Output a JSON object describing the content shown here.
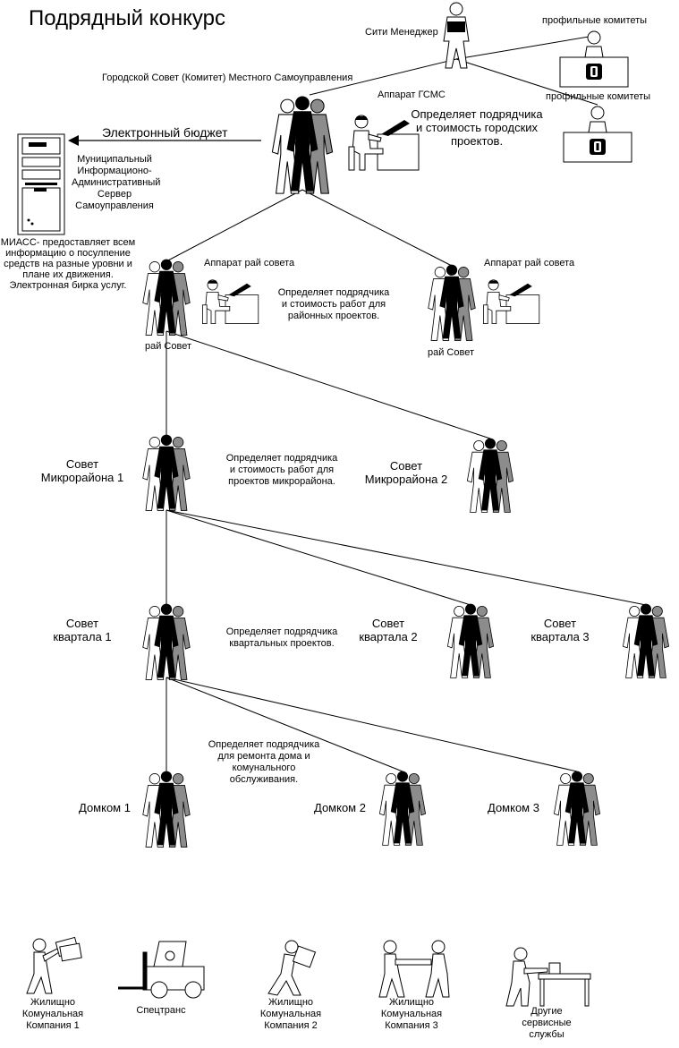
{
  "title": "Подрядный конкурс",
  "top": {
    "city_manager": "Сити Менеджер",
    "profile_committees_1": "профильные комитеты",
    "profile_committees_2": "профильные комитеты",
    "city_council": "Городской Совет (Комитет)  Местного Самоуправления",
    "apparatus_gsms": "Аппарат ГСМС",
    "city_desc_1": "Определяет подрядчика",
    "city_desc_2": "и стоимость городских",
    "city_desc_3": "проектов.",
    "e_budget": "Электронный бюджет"
  },
  "server": {
    "lines": [
      "Муниципальный",
      "Информационо-",
      "Административный",
      "Сервер",
      "Самоуправления"
    ],
    "miass": [
      "МИАСС- предоставляет всем",
      "информацию о посулпение",
      "средств на разные уровни и",
      "плане их движения.",
      "Электронная бирка услуг."
    ]
  },
  "district": {
    "apparatus_1": "Аппарат рай совета",
    "apparatus_2": "Аппарат рай совета",
    "council_1": "рай Совет",
    "council_2": "рай Совет",
    "desc": [
      "Определяет подрядчика",
      "и стоимость работ для",
      "районных проектов."
    ]
  },
  "micro": {
    "c1": [
      "Совет",
      "Микрорайона 1"
    ],
    "c2": [
      "Совет",
      "Микрорайона 2"
    ],
    "desc": [
      "Определяет подрядчика",
      "и стоимость работ для",
      "проектов микрорайона."
    ]
  },
  "quarter": {
    "c1": [
      "Совет",
      "квартала  1"
    ],
    "c2": [
      "Совет",
      "квартала 2"
    ],
    "c3": [
      "Совет",
      "квартала 3"
    ],
    "desc": [
      "Определяет подрядчика",
      "квартальных проектов."
    ]
  },
  "house": {
    "d1": "Домком 1",
    "d2": "Домком 2",
    "d3": "Домком 3",
    "desc": [
      "Определяет подрядчика",
      "для ремонта дома и",
      "комунального",
      "обслуживания."
    ]
  },
  "services": {
    "s1": [
      "Жилищно",
      "Комунальная",
      "Компания 1"
    ],
    "s2": [
      "Спецтранс"
    ],
    "s3": [
      "Жилищно",
      "Комунальная",
      "Компания 2"
    ],
    "s4": [
      "Жилищно",
      "Комунальная",
      "Компания 3"
    ],
    "s5": [
      "Другие",
      "сервисные",
      "службы"
    ]
  }
}
